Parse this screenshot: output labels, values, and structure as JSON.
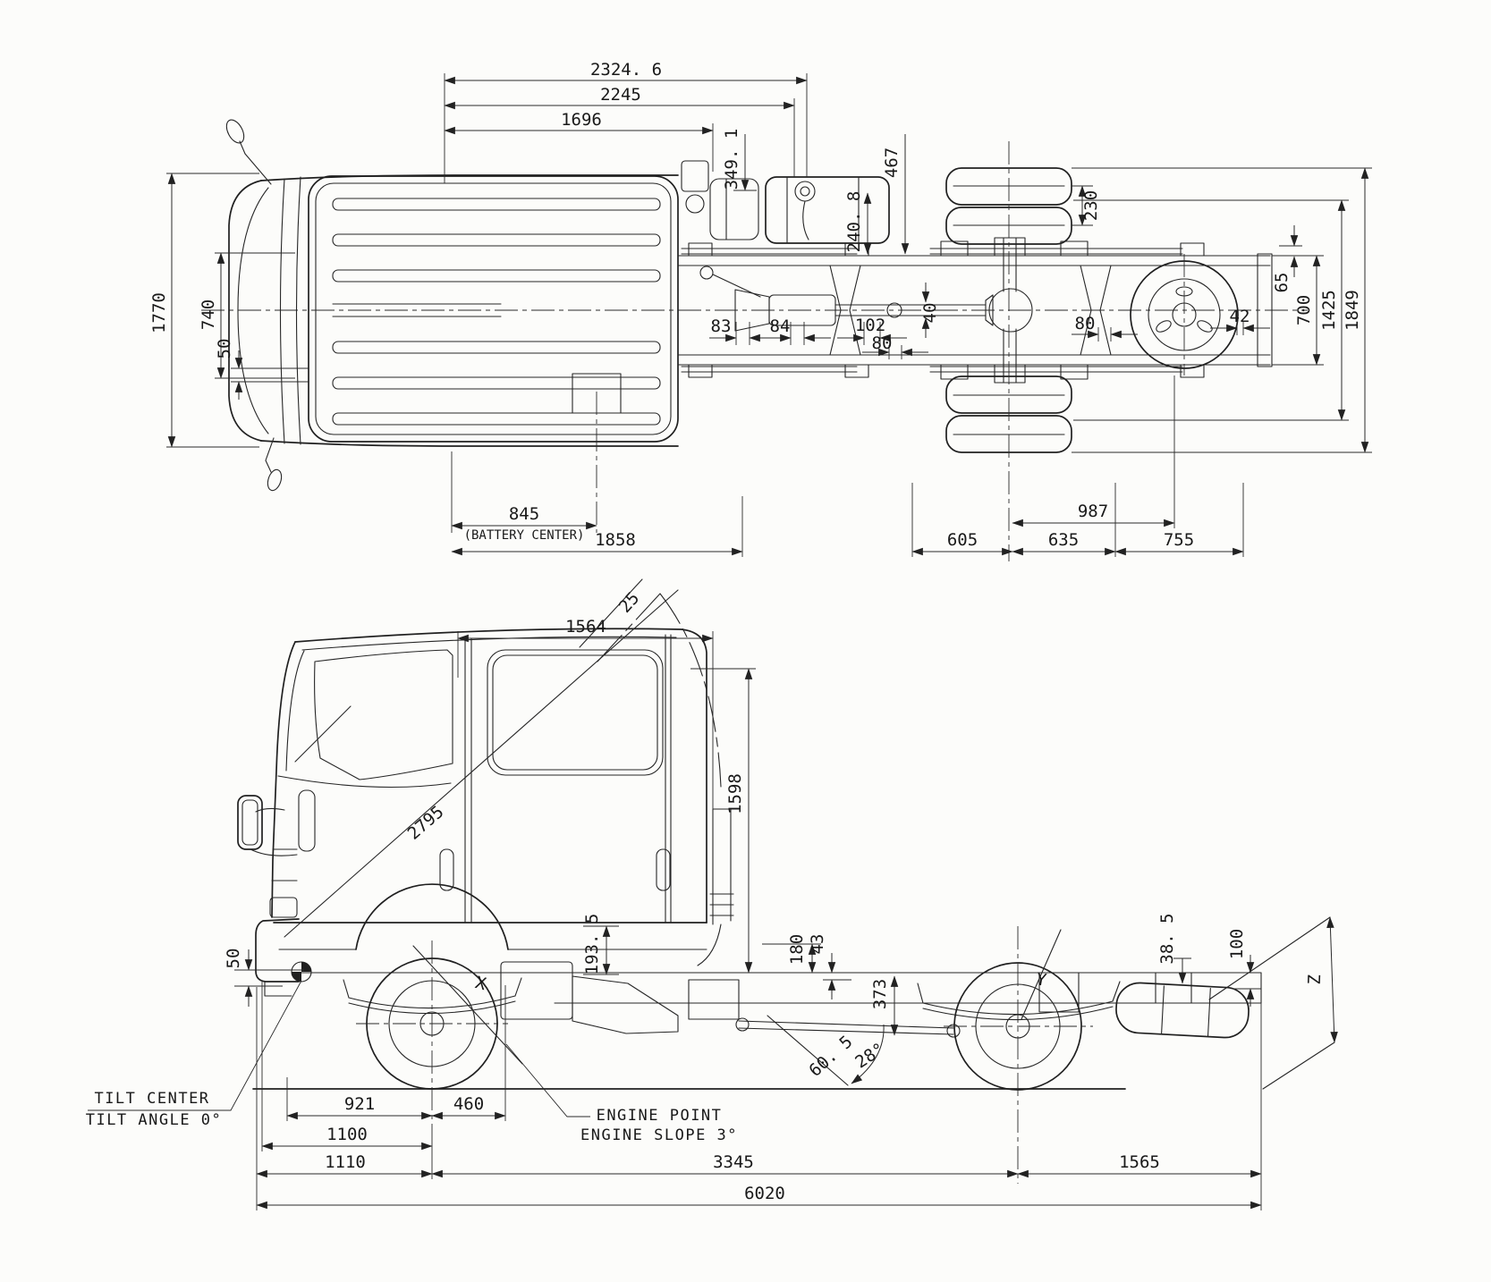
{
  "meta": {
    "paper_color": "#fcfcfa",
    "ink_color": "#202020"
  },
  "plan_view": {
    "dims": {
      "top_overall": "2324. 6",
      "top_mid": "2245",
      "top_inner": "1696",
      "exhaust_offset": "349. 1",
      "tank_width": "240. 8",
      "cab_to_frame": "467",
      "dual_tire_centers": "230",
      "overall_width": "1770",
      "cab_inner_width": "740",
      "front_offset": "50",
      "joint_a": "83",
      "joint_b": "84",
      "joint_c": "102",
      "joint_d": "80",
      "shaft_offset": "40",
      "spring_width": "80",
      "bracket_width": "42",
      "flange_height": "65",
      "frame_width": "700",
      "rear_track": "1425",
      "rear_overall_width": "1849",
      "battery_center": "845",
      "battery_center_note": "(BATTERY CENTER)",
      "cab_section": "1858",
      "spring_span": "987",
      "rear_a": "605",
      "rear_b": "635",
      "rear_c": "755"
    }
  },
  "side_view": {
    "dims": {
      "tilt_clearance": "25",
      "cab_length": "1564",
      "tilt_radius": "2795",
      "cab_height": "1598",
      "door_height": "193. 5",
      "tilt_center_offset": "50",
      "frame_height": "180",
      "frame_step": "43",
      "frame_depth": "373",
      "tank_clearance": "38. 5",
      "rear_clearance": "100",
      "rear_z": "Z",
      "shaft_length": "60. 5",
      "shaft_angle": "28°",
      "front_axle_mark": "X",
      "rear_axle_mark": "Y",
      "front_overhang_a": "921",
      "engine_setback": "460",
      "tilt_to_axle": "1100",
      "bumper_to_axle": "1110",
      "wheelbase": "3345",
      "rear_overhang": "1565",
      "overall_length": "6020"
    },
    "notes": {
      "tilt_center": "TILT CENTER",
      "tilt_angle": "TILT ANGLE 0°",
      "engine_point": "ENGINE POINT",
      "engine_slope": "ENGINE SLOPE 3°"
    }
  }
}
